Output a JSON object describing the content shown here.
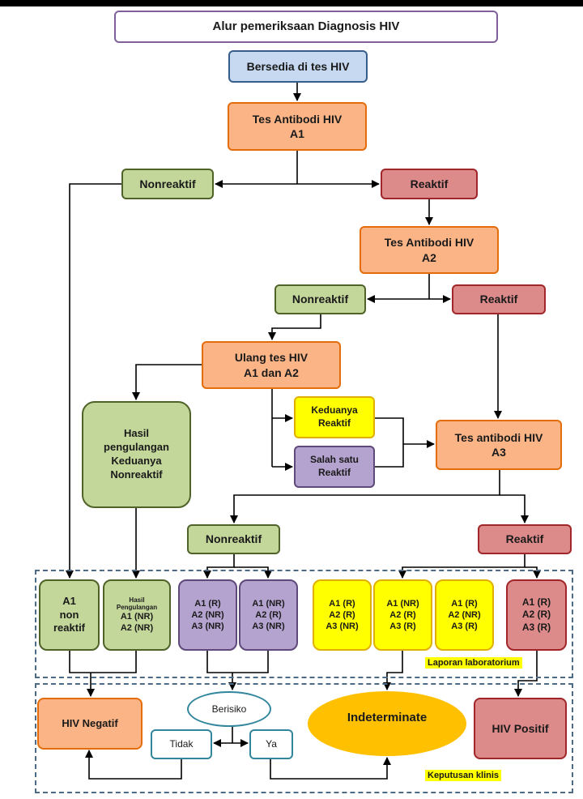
{
  "title": "Alur pemeriksaan Diagnosis HIV",
  "nodes": {
    "bersedia": "Bersedia di tes HIV",
    "tes_a1": "Tes Antibodi HIV\nA1",
    "nonreaktif_1": "Nonreaktif",
    "reaktif_1": "Reaktif",
    "tes_a2": "Tes Antibodi HIV\nA2",
    "nonreaktif_2": "Nonreaktif",
    "reaktif_2": "Reaktif",
    "ulang_tes": "Ulang tes HIV\nA1 dan A2",
    "hasil_pengulangan": "Hasil\npengulangan\nKeduanya\nNonreaktif",
    "keduanya_reaktif": "Keduanya\nReaktif",
    "salah_satu_reaktif": "Salah satu\nReaktif",
    "tes_a3": "Tes antibodi HIV\nA3",
    "nonreaktif_3": "Nonreaktif",
    "reaktif_3": "Reaktif"
  },
  "lab_results": {
    "a1_non_reaktif": "A1\nnon\nreaktif",
    "hasil_pengulangan_label": "Hasil\nPengulangan",
    "hasil_pengulangan_values": "A1 (NR)\nA2 (NR)",
    "purple_1": "A1 (R)\nA2 (NR)\nA3 (NR)",
    "purple_2": "A1 (NR)\nA2 (R)\nA3 (NR)",
    "yellow_1": "A1 (R)\nA2 (R)\nA3 (NR)",
    "yellow_2": "A1 (NR)\nA2 (R)\nA3 (R)",
    "yellow_3": "A1 (R)\nA2 (NR)\nA3 (R)",
    "red_1": "A1 (R)\nA2 (R)\nA3 (R)",
    "section_label": "Laporan laboratorium"
  },
  "clinical": {
    "hiv_negatif": "HIV Negatif",
    "berisiko": "Berisiko",
    "tidak": "Tidak",
    "ya": "Ya",
    "indeterminate": "Indeterminate",
    "hiv_positif": "HIV Positif",
    "section_label": "Keputusan klinis"
  }
}
